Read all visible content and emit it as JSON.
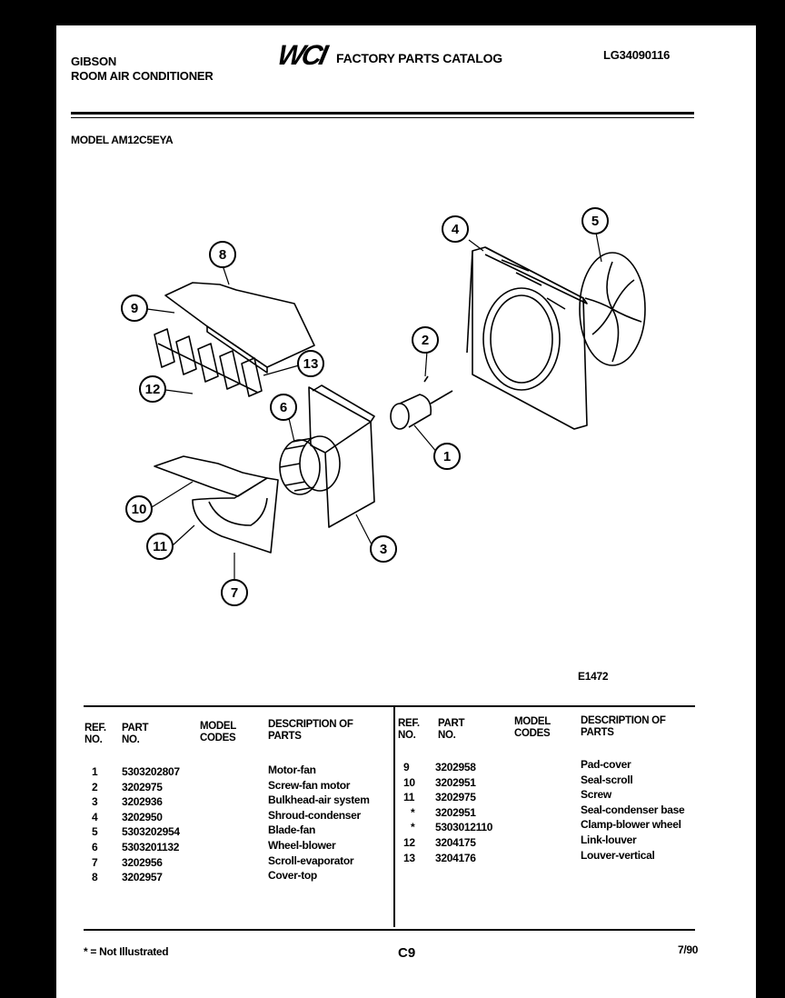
{
  "header": {
    "brand": "GIBSON",
    "product": "ROOM AIR CONDITIONER",
    "logo_text": "WCI",
    "catalog_title": "FACTORY PARTS CATALOG",
    "catalog_number": "LG34090116",
    "model_label": "MODEL AM12C5EYA"
  },
  "diagram": {
    "figure_code": "E1472",
    "callouts": [
      "1",
      "2",
      "3",
      "4",
      "5",
      "6",
      "7",
      "8",
      "9",
      "10",
      "11",
      "12",
      "13"
    ]
  },
  "table": {
    "headers": {
      "ref_no": "REF. NO.",
      "part_no": "PART NO.",
      "model_codes": "MODEL CODES",
      "description": "DESCRIPTION OF PARTS"
    },
    "left_rows": [
      {
        "ref": "1",
        "part": "5303202807",
        "desc": "Motor-fan"
      },
      {
        "ref": "2",
        "part": "3202975",
        "desc": "Screw-fan motor"
      },
      {
        "ref": "3",
        "part": "3202936",
        "desc": "Bulkhead-air system"
      },
      {
        "ref": "4",
        "part": "3202950",
        "desc": "Shroud-condenser"
      },
      {
        "ref": "5",
        "part": "5303202954",
        "desc": "Blade-fan"
      },
      {
        "ref": "6",
        "part": "5303201132",
        "desc": "Wheel-blower"
      },
      {
        "ref": "7",
        "part": "3202956",
        "desc": "Scroll-evaporator"
      },
      {
        "ref": "8",
        "part": "3202957",
        "desc": "Cover-top"
      }
    ],
    "right_rows": [
      {
        "ref": "9",
        "part": "3202958",
        "desc": "Pad-cover"
      },
      {
        "ref": "10",
        "part": "3202951",
        "desc": "Seal-scroll"
      },
      {
        "ref": "11",
        "part": "3202975",
        "desc": "Screw"
      },
      {
        "ref": "*",
        "part": "3202951",
        "desc": "Seal-condenser base"
      },
      {
        "ref": "*",
        "part": "5303012110",
        "desc": "Clamp-blower wheel"
      },
      {
        "ref": "12",
        "part": "3204175",
        "desc": "Link-louver"
      },
      {
        "ref": "13",
        "part": "3204176",
        "desc": "Louver-vertical"
      }
    ]
  },
  "footer": {
    "note": "* = Not Illustrated",
    "page": "C9",
    "date": "7/90"
  }
}
